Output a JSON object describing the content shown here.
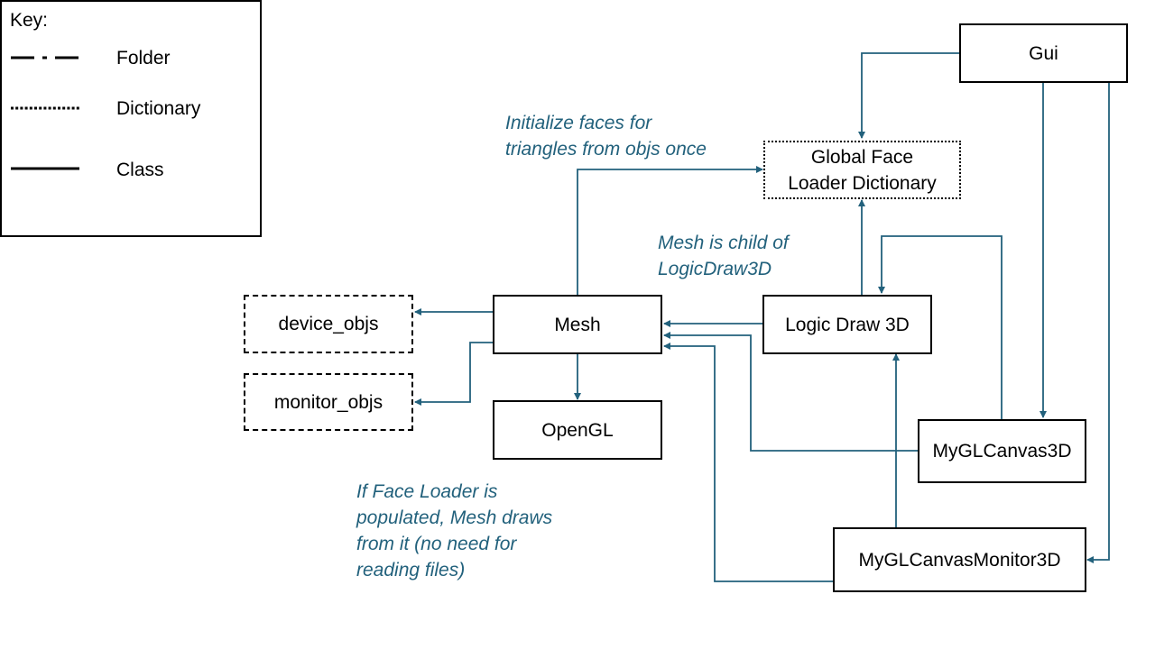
{
  "legend": {
    "title": "Key:",
    "folder_label": "Folder",
    "dictionary_label": "Dictionary",
    "class_label": "Class"
  },
  "nodes": {
    "gui": "Gui",
    "global_face_loader": [
      "Global Face",
      "Loader Dictionary"
    ],
    "mesh": "Mesh",
    "logic_draw_3d": "Logic Draw 3D",
    "device_objs": "device_objs",
    "monitor_objs": "monitor_objs",
    "opengl": "OpenGL",
    "myglcanvas3d": "MyGLCanvas3D",
    "myglcanvasmonitor3d": "MyGLCanvasMonitor3D"
  },
  "notes": {
    "initialize_faces": [
      "Initialize faces for",
      "triangles from objs once"
    ],
    "mesh_child": [
      "Mesh is child of",
      "LogicDraw3D"
    ],
    "face_loader_populated": [
      "If Face Loader is",
      "populated, Mesh draws",
      "from it (no need for",
      "reading files)"
    ]
  },
  "colors": {
    "connector": "#22617c",
    "note_text": "#22617c",
    "border": "#000000"
  }
}
